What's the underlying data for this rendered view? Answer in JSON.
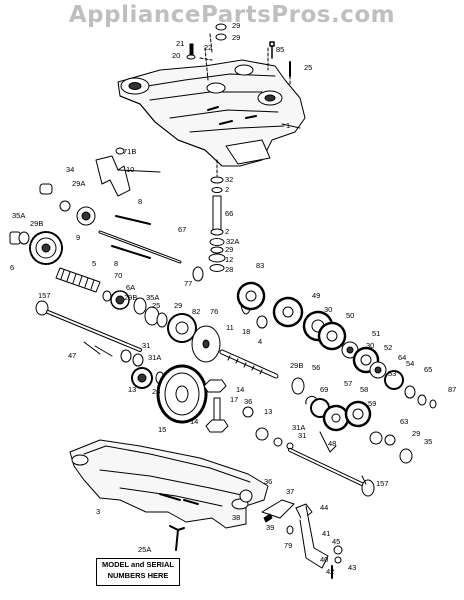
{
  "watermark": "AppliancePartsPros.com",
  "note": {
    "line1": "MODEL and SERIAL",
    "line2": "NUMBERS HERE"
  },
  "labels": [
    "29",
    "21",
    "22",
    "29",
    "20",
    "85",
    "25",
    "1",
    "71B",
    "10",
    "34",
    "29A",
    "32",
    "2",
    "35A",
    "29B",
    "9",
    "8",
    "67",
    "66",
    "2",
    "6",
    "32A",
    "29",
    "12",
    "28",
    "5",
    "8",
    "77",
    "83",
    "70",
    "6A",
    "29B",
    "35A",
    "25",
    "157",
    "49",
    "29",
    "82",
    "30",
    "50",
    "76",
    "18",
    "51",
    "47",
    "31",
    "11",
    "4",
    "31A",
    "30",
    "52",
    "13",
    "26",
    "14",
    "29B",
    "56",
    "54",
    "64",
    "53",
    "65",
    "87",
    "57",
    "58",
    "69",
    "15",
    "17",
    "36",
    "14",
    "59",
    "13",
    "31A",
    "31",
    "63",
    "48",
    "29",
    "35",
    "157",
    "36",
    "37",
    "44",
    "3",
    "41",
    "38",
    "39",
    "79",
    "40",
    "45",
    "43",
    "25A",
    "42"
  ]
}
